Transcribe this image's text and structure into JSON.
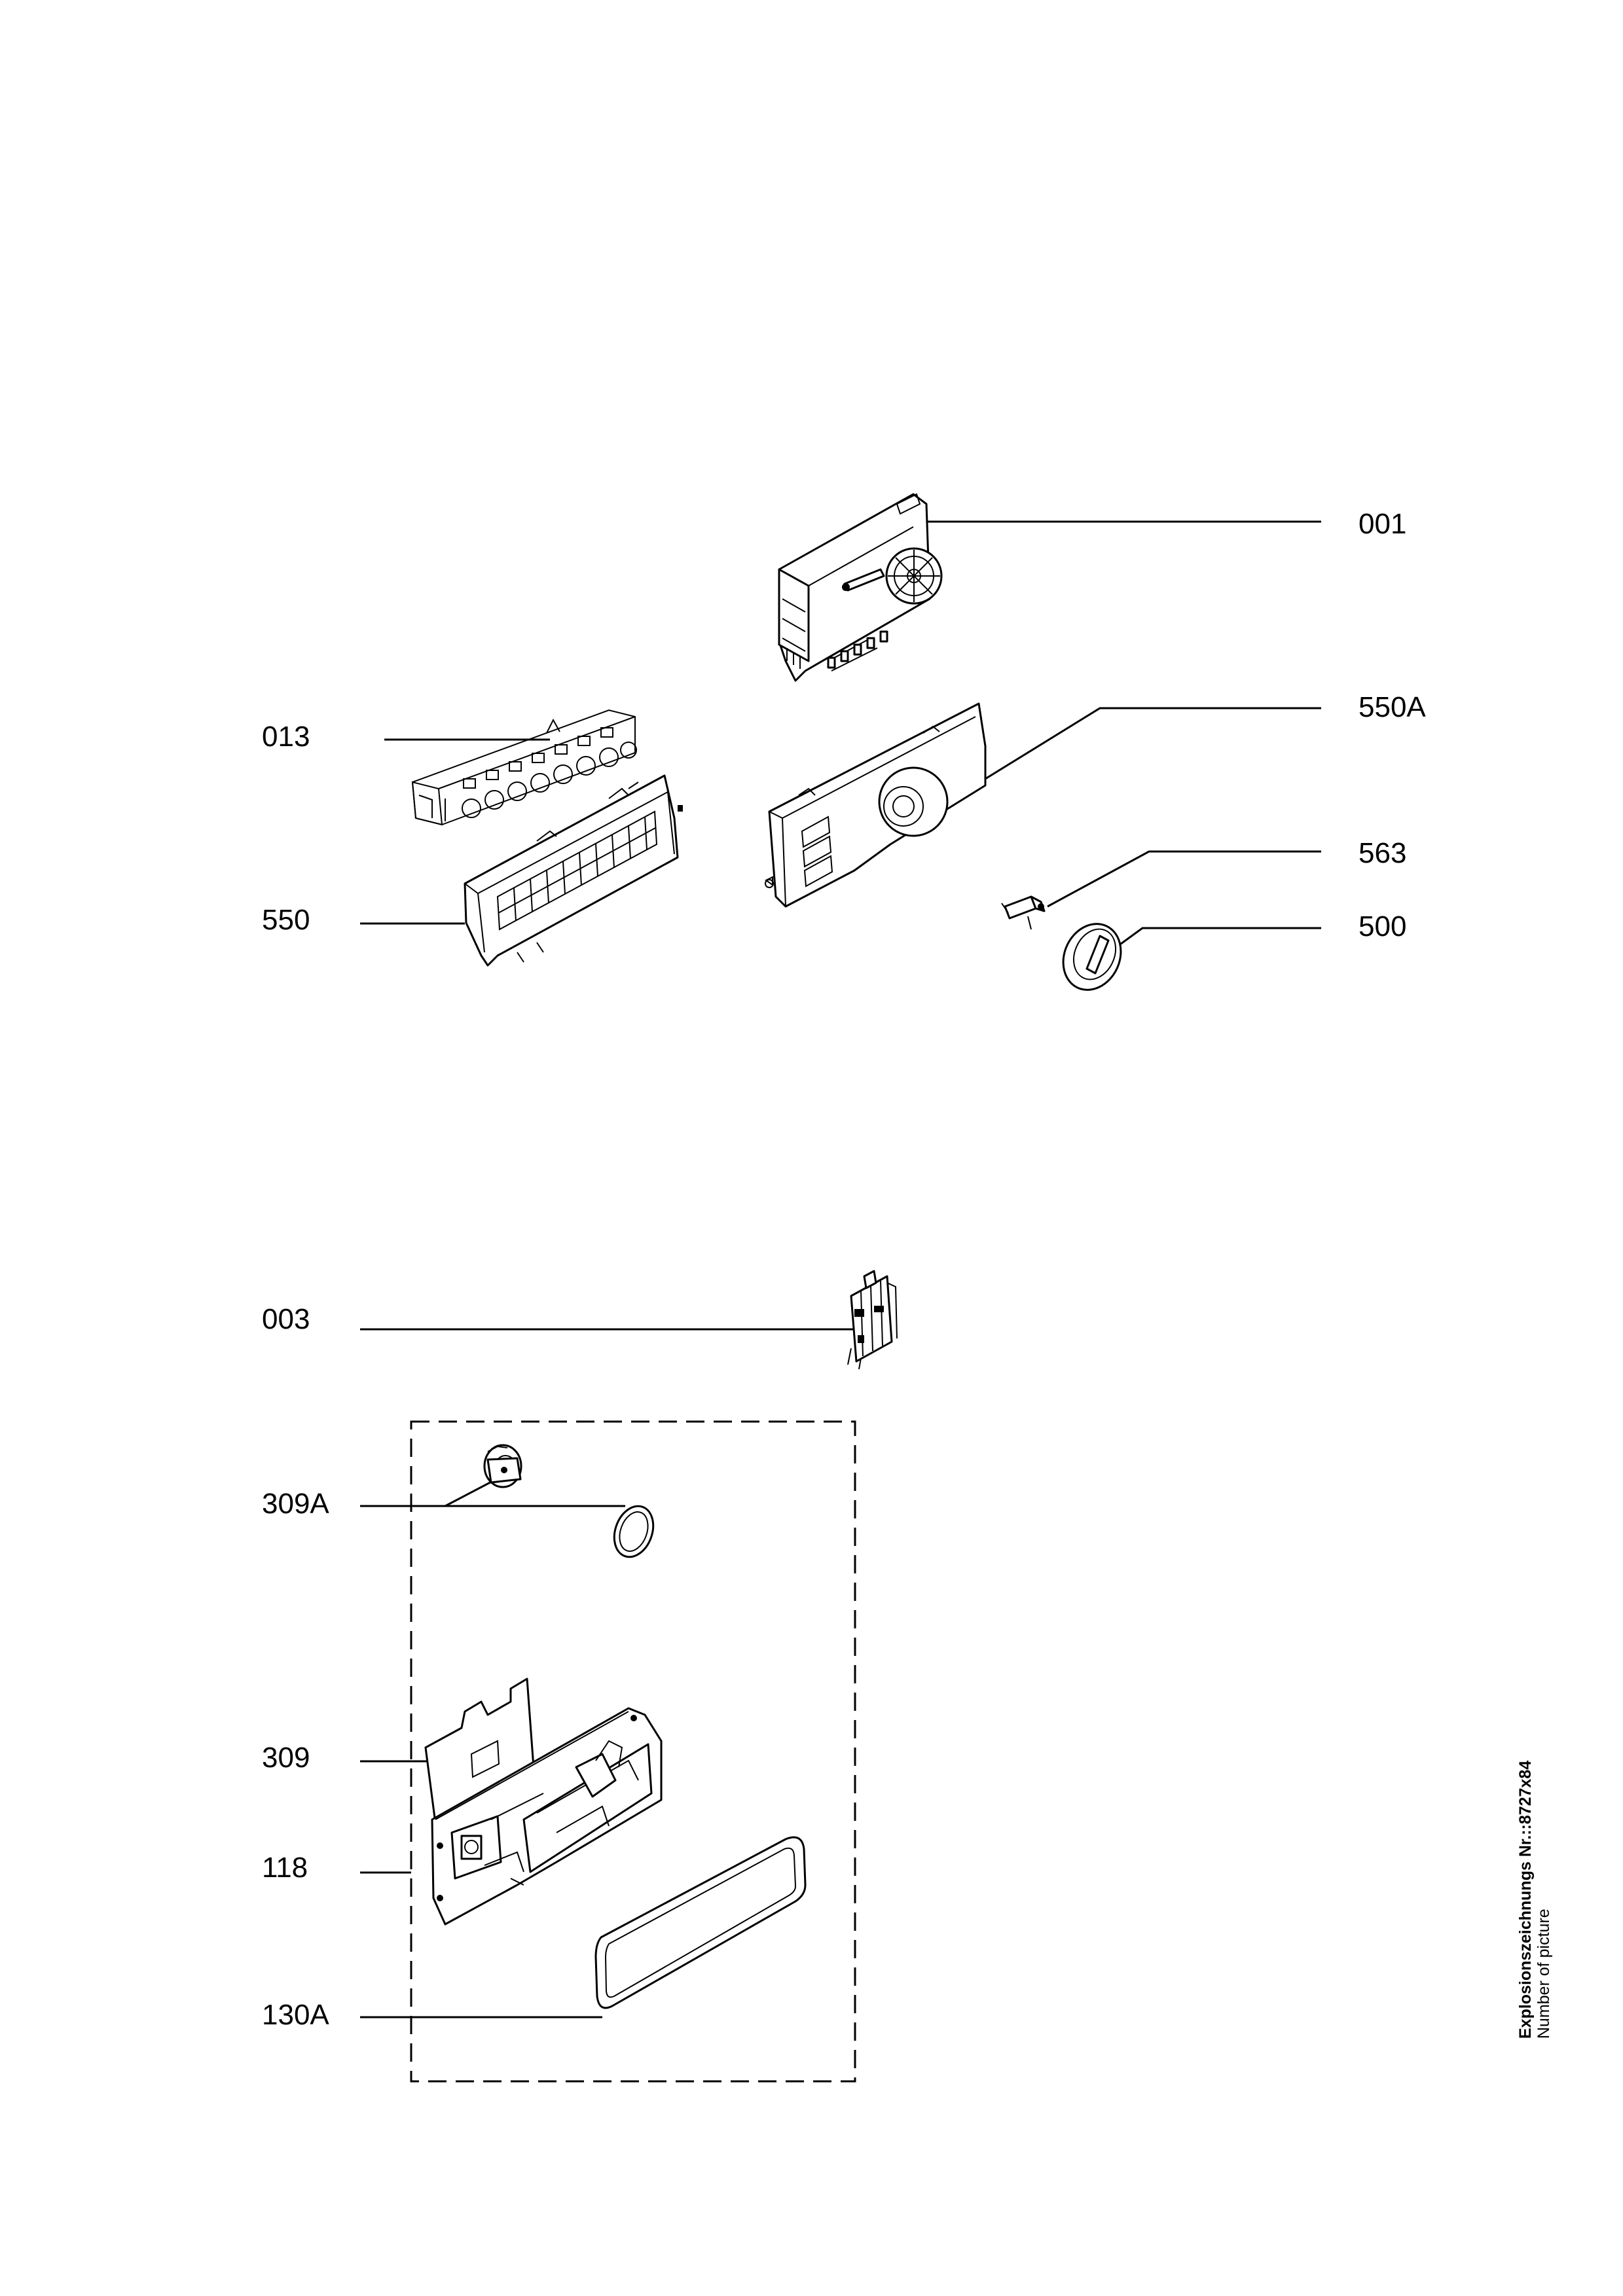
{
  "callouts": [
    {
      "id": "001",
      "label": "001"
    },
    {
      "id": "013",
      "label": "013"
    },
    {
      "id": "550A",
      "label": "550A"
    },
    {
      "id": "563",
      "label": "563"
    },
    {
      "id": "550",
      "label": "550"
    },
    {
      "id": "500",
      "label": "500"
    },
    {
      "id": "003",
      "label": "003"
    },
    {
      "id": "309A",
      "label": "309A"
    },
    {
      "id": "309",
      "label": "309"
    },
    {
      "id": "118",
      "label": "118"
    },
    {
      "id": "130A",
      "label": "130A"
    }
  ],
  "side_note": {
    "title": "Explosionszeichnungs Nr.::8727x84",
    "subtitle": "Number of picture"
  }
}
